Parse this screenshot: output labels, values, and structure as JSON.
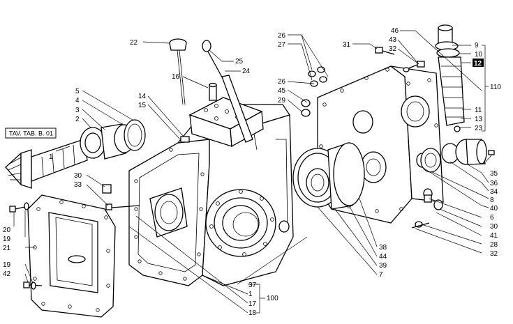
{
  "diagram": {
    "reference_box": "TAV. TAB. B. 01",
    "callouts": [
      {
        "id": "c22",
        "text": "22"
      },
      {
        "id": "c25",
        "text": "25"
      },
      {
        "id": "c24",
        "text": "24"
      },
      {
        "id": "c16",
        "text": "16"
      },
      {
        "id": "c14",
        "text": "14"
      },
      {
        "id": "c15",
        "text": "15"
      },
      {
        "id": "c5",
        "text": "5"
      },
      {
        "id": "c4",
        "text": "4"
      },
      {
        "id": "c3",
        "text": "3"
      },
      {
        "id": "c2",
        "text": "2"
      },
      {
        "id": "c1r",
        "text": "1"
      },
      {
        "id": "c26a",
        "text": "26"
      },
      {
        "id": "c27",
        "text": "27"
      },
      {
        "id": "c31",
        "text": "31"
      },
      {
        "id": "c32a",
        "text": "32"
      },
      {
        "id": "c43",
        "text": "43"
      },
      {
        "id": "c46",
        "text": "46"
      },
      {
        "id": "c9",
        "text": "9"
      },
      {
        "id": "c10",
        "text": "10"
      },
      {
        "id": "c12",
        "text": "12",
        "highlight": true
      },
      {
        "id": "c110",
        "text": "110"
      },
      {
        "id": "c26b",
        "text": "26"
      },
      {
        "id": "c45",
        "text": "45"
      },
      {
        "id": "c29",
        "text": "29"
      },
      {
        "id": "c11",
        "text": "11"
      },
      {
        "id": "c13",
        "text": "13"
      },
      {
        "id": "c23",
        "text": "23"
      },
      {
        "id": "c30a",
        "text": "30"
      },
      {
        "id": "c33",
        "text": "33"
      },
      {
        "id": "c35",
        "text": "35"
      },
      {
        "id": "c36",
        "text": "36"
      },
      {
        "id": "c34",
        "text": "34"
      },
      {
        "id": "c8",
        "text": "8"
      },
      {
        "id": "c40",
        "text": "40"
      },
      {
        "id": "c6",
        "text": "6"
      },
      {
        "id": "c30b",
        "text": "30"
      },
      {
        "id": "c41",
        "text": "41"
      },
      {
        "id": "c28",
        "text": "28"
      },
      {
        "id": "c32b",
        "text": "32"
      },
      {
        "id": "c20",
        "text": "20"
      },
      {
        "id": "c19a",
        "text": "19"
      },
      {
        "id": "c21",
        "text": "21"
      },
      {
        "id": "c19b",
        "text": "19"
      },
      {
        "id": "c42",
        "text": "42"
      },
      {
        "id": "c38",
        "text": "38"
      },
      {
        "id": "c44",
        "text": "44"
      },
      {
        "id": "c39",
        "text": "39"
      },
      {
        "id": "c7",
        "text": "7"
      },
      {
        "id": "c37",
        "text": "37"
      },
      {
        "id": "c1",
        "text": "1"
      },
      {
        "id": "c17",
        "text": "17"
      },
      {
        "id": "c18",
        "text": "18"
      },
      {
        "id": "c100",
        "text": "100"
      }
    ]
  }
}
